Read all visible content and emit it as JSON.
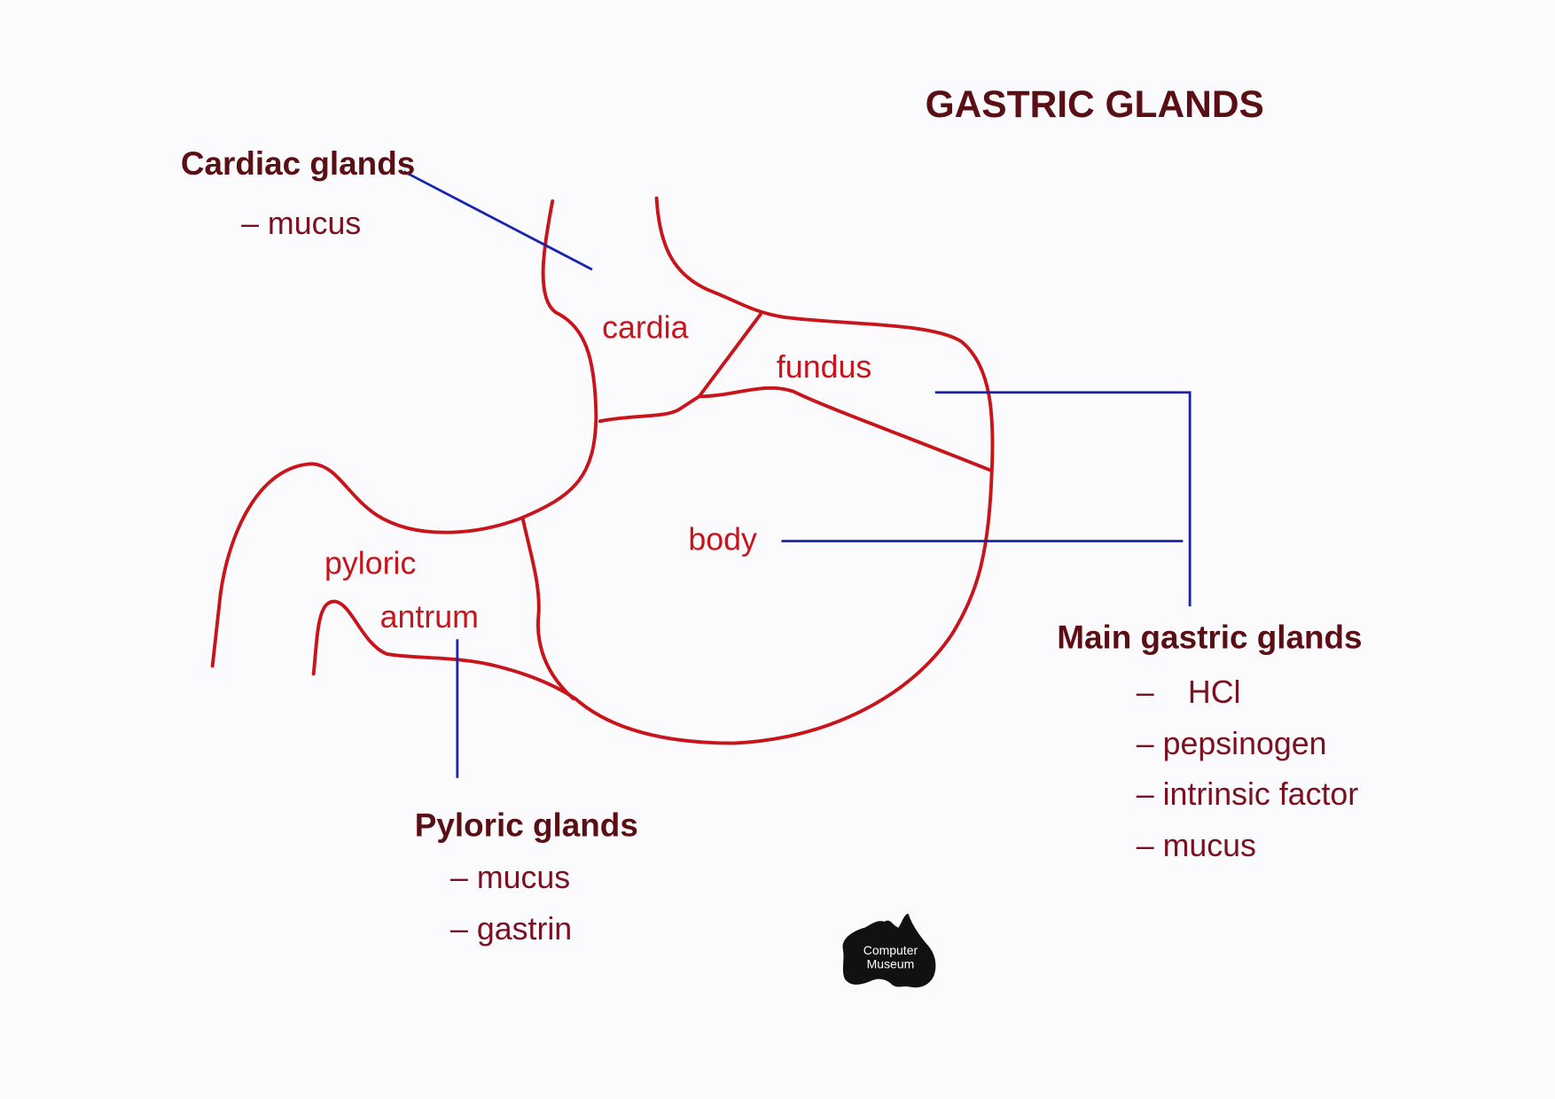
{
  "title": "GASTRIC GLANDS",
  "regions": {
    "cardia": "cardia",
    "fundus": "fundus",
    "body": "body",
    "pyloric": "pyloric",
    "antrum": "antrum"
  },
  "cardiac_glands": {
    "heading": "Cardiac glands",
    "items": [
      "– mucus"
    ]
  },
  "main_gastric_glands": {
    "heading": "Main gastric glands",
    "items": [
      "–",
      "HCl",
      "– pepsinogen",
      "– intrinsic factor",
      "– mucus"
    ]
  },
  "pyloric_glands": {
    "heading": "Pyloric glands",
    "items": [
      "– mucus",
      "– gastrin"
    ]
  },
  "logo": {
    "line1": "Computer",
    "line2": "Museum"
  },
  "colors": {
    "outline": "#c8151c",
    "pointer": "#1a23b0",
    "heading": "#5a0f14"
  }
}
